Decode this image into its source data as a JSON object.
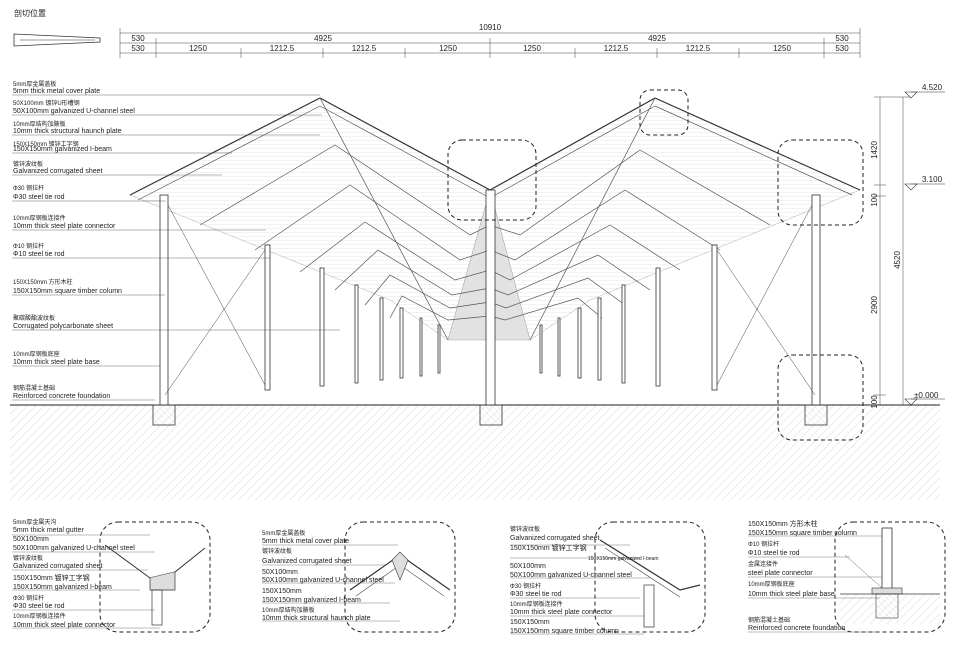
{
  "section_label": "剖切位置",
  "dimensions": {
    "total": "10910",
    "row2": [
      "530",
      "4925",
      "4925",
      "530"
    ],
    "row3": [
      "530",
      "1250",
      "1212.5",
      "1212.5",
      "1250",
      "1250",
      "1212.5",
      "1212.5",
      "1250",
      "530"
    ],
    "vertical": [
      "1420",
      "100",
      "4520",
      "2900",
      "100"
    ],
    "levels": [
      "4.520",
      "3.100",
      "±0.000"
    ]
  },
  "callouts": [
    {
      "cn": "5mm厚金属盖板",
      "en": "5mm thick metal cover plate"
    },
    {
      "cn": "50X100mm 镀锌U形槽钢",
      "en": "50X100mm galvanized U-channel steel"
    },
    {
      "cn": "10mm厚结构加腋板",
      "en": "10mm thick structural haunch plate"
    },
    {
      "cn": "150X150mm 镀锌工字钢",
      "en": "150X150mm galvanized I-beam"
    },
    {
      "cn": "镀锌波纹板",
      "en": "Galvanized corrugated sheet"
    },
    {
      "cn": "Φ30 钢拉杆",
      "en": "Φ30 steel tie rod"
    },
    {
      "cn": "10mm厚钢板连接件",
      "en": "10mm thick steel plate connector"
    },
    {
      "cn": "Φ10 钢拉杆",
      "en": "Φ10 steel tie rod"
    },
    {
      "cn": "150X150mm 方形木柱",
      "en": "150X150mm square timber column"
    },
    {
      "cn": "聚碳酸酯波纹板",
      "en": "Corrugated polycarbonate sheet"
    },
    {
      "cn": "10mm厚钢板底座",
      "en": "10mm thick steel plate base"
    },
    {
      "cn": "钢筋混凝土基础",
      "en": "Reinforced concrete foundation"
    }
  ],
  "details": [
    {
      "lines": [
        {
          "cn": "5mm厚金属天沟",
          "en": "5mm thick metal gutter"
        },
        {
          "cn": "50X100mm",
          "en": "50X100mm galvanized U-channel steel"
        },
        {
          "cn": "镀锌波纹板",
          "en": "Galvanized corrugated sheet"
        },
        {
          "cn": "150X150mm 镀锌工字钢",
          "en": "150X150mm galvanized I-beam"
        },
        {
          "cn": "Φ30 钢拉杆",
          "en": "Φ30 steel tie rod"
        },
        {
          "cn": "10mm厚钢板连接件",
          "en": "10mm thick steel plate connector"
        }
      ]
    },
    {
      "lines": [
        {
          "cn": "5mm厚金属盖板",
          "en": "5mm thick metal cover plate"
        },
        {
          "cn": "镀锌波纹板",
          "en": "Galvanized corrugated sheet"
        },
        {
          "cn": "50X100mm",
          "en": "50X100mm galvanized U-channel steel"
        },
        {
          "cn": "150X150mm",
          "en": "150X150mm galvanized I-beam"
        },
        {
          "cn": "10mm厚结构加腋板",
          "en": "10mm thick structural haunch plate"
        }
      ]
    },
    {
      "lines": [
        {
          "cn": "镀锌波纹板",
          "en": "Galvanized corrugated sheet"
        },
        {
          "cn": "150X150mm 镀锌工字钢",
          "en": "150X150mm galvanized I-beam"
        },
        {
          "cn": "50X100mm",
          "en": "50X100mm galvanized U-channel steel"
        },
        {
          "cn": "Φ30 钢拉杆",
          "en": "Φ30 steel tie rod"
        },
        {
          "cn": "10mm厚钢板连接件",
          "en": "10mm thick steel plate connector"
        },
        {
          "cn": "150X150mm",
          "en": "150X150mm square timber column"
        }
      ]
    },
    {
      "lines": [
        {
          "cn": "150X150mm 方形木柱",
          "en": "150X150mm square timber column"
        },
        {
          "cn": "Φ10 钢拉杆",
          "en": "Φ10 steel tie rod"
        },
        {
          "cn": "金属连接件",
          "en": "steel plate connector"
        },
        {
          "cn": "10mm厚钢板底座",
          "en": "10mm thick steel plate base"
        },
        {
          "cn": "钢筋混凝土基础",
          "en": "Reinforced concrete foundation"
        }
      ]
    }
  ]
}
